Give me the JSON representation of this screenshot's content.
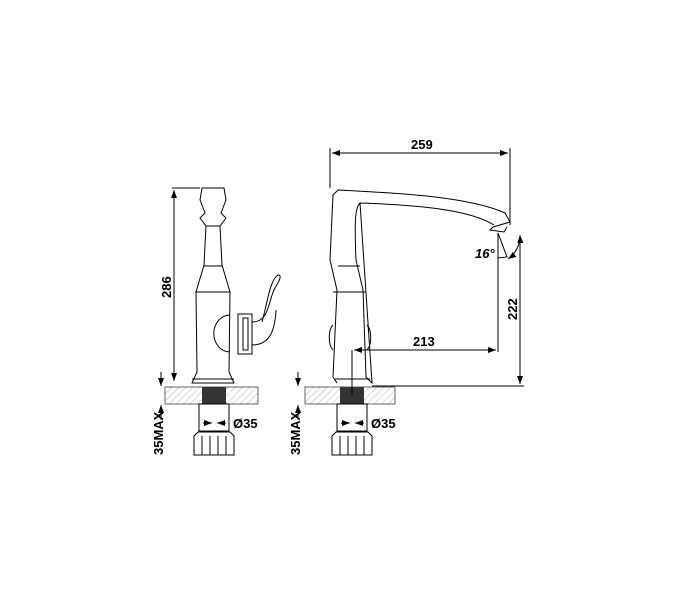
{
  "drawing": {
    "side_view": {
      "height_label": "286",
      "max_thickness_label": "35MAX",
      "diameter_label": "Ø35"
    },
    "front_view": {
      "reach_label": "259",
      "spout_height_label": "222",
      "spout_reach_label": "213",
      "angle_label": "16°",
      "max_thickness_label": "35MAX",
      "diameter_label": "Ø35"
    },
    "colors": {
      "line": "#000000",
      "thread": "#333333",
      "background": "#ffffff"
    }
  }
}
